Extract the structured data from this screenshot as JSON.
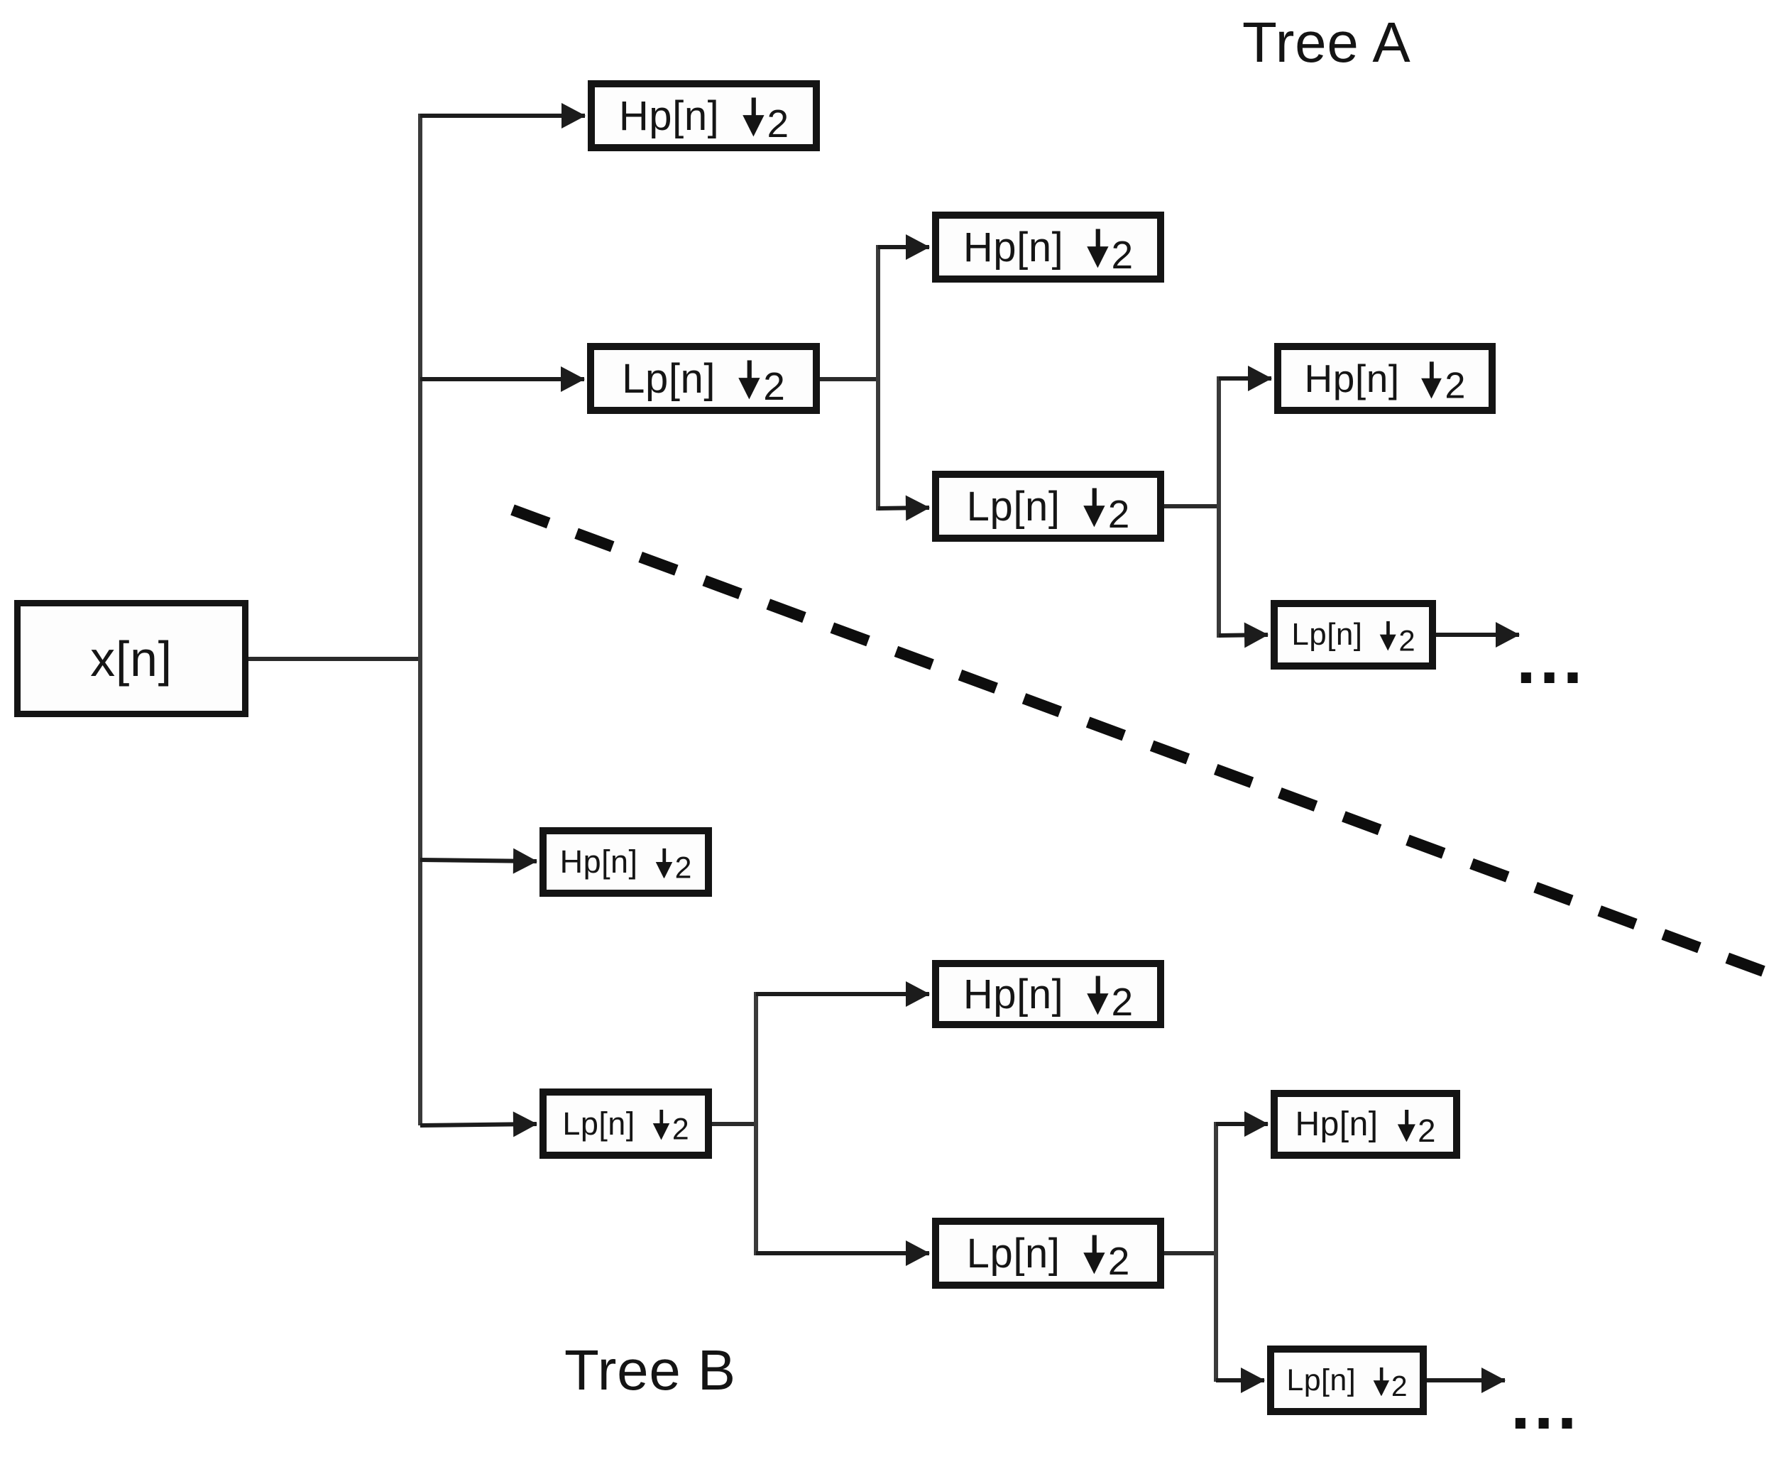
{
  "labels": {
    "tree_a": "Tree A",
    "tree_b": "Tree B"
  },
  "input": {
    "label": "x[n]"
  },
  "ellipsis": {
    "tree_a": "...",
    "tree_b": "..."
  },
  "nodes": {
    "a1_hp": {
      "filter": "Hp[n]",
      "factor": "2"
    },
    "a1_lp": {
      "filter": "Lp[n]",
      "factor": "2"
    },
    "a2_hp": {
      "filter": "Hp[n]",
      "factor": "2"
    },
    "a2_lp": {
      "filter": "Lp[n]",
      "factor": "2"
    },
    "a3_hp": {
      "filter": "Hp[n]",
      "factor": "2"
    },
    "a3_lp": {
      "filter": "Lp[n]",
      "factor": "2"
    },
    "b1_hp": {
      "filter": "Hp[n]",
      "factor": "2"
    },
    "b1_lp": {
      "filter": "Lp[n]",
      "factor": "2"
    },
    "b2_hp": {
      "filter": "Hp[n]",
      "factor": "2"
    },
    "b2_lp": {
      "filter": "Lp[n]",
      "factor": "2"
    },
    "b3_hp": {
      "filter": "Hp[n]",
      "factor": "2"
    },
    "b3_lp": {
      "filter": "Lp[n]",
      "factor": "2"
    }
  },
  "icons": {
    "downsample_arrow": "down-arrow",
    "signal_arrowhead": "right-arrowhead"
  },
  "colors": {
    "ink": "#141414",
    "wire": "#2b2b2b",
    "background": "#ffffff"
  }
}
